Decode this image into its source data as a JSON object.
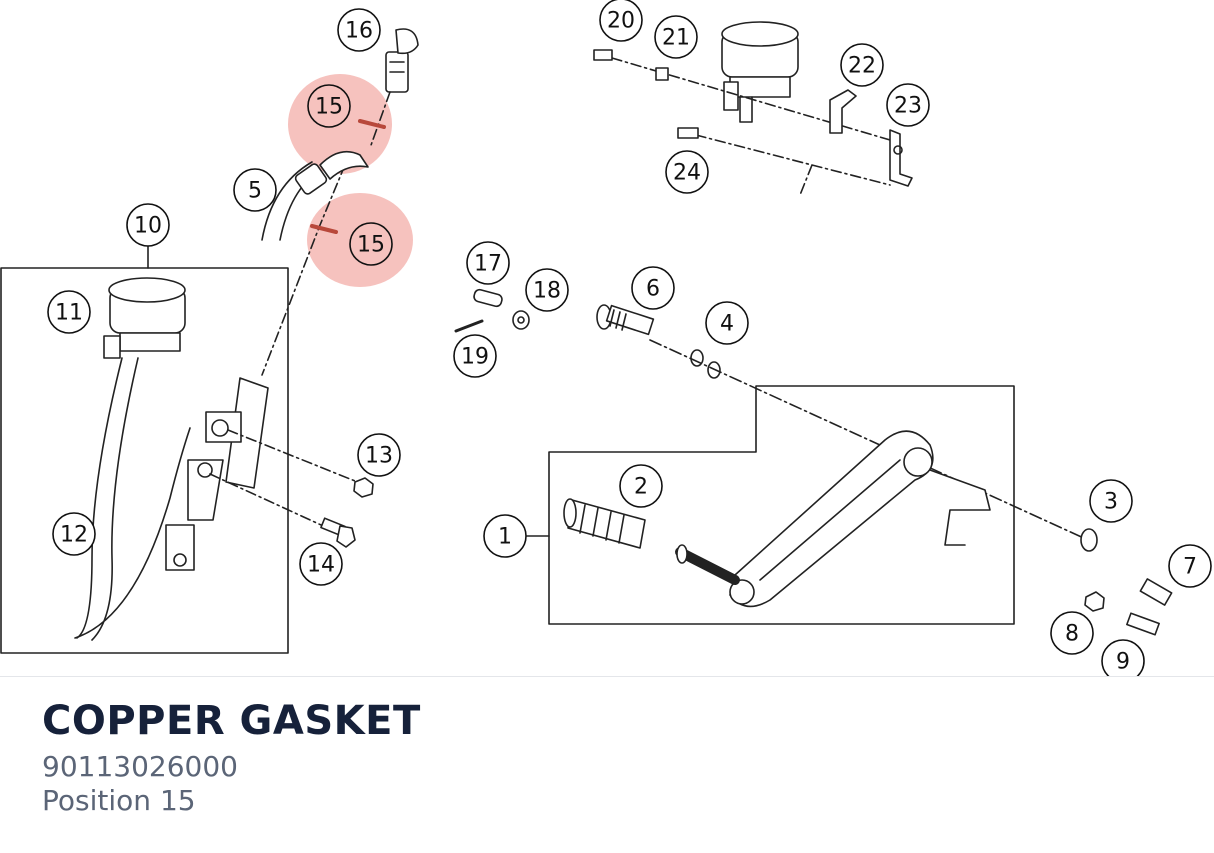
{
  "diagram": {
    "callouts": [
      {
        "label": "1"
      },
      {
        "label": "2"
      },
      {
        "label": "3"
      },
      {
        "label": "4"
      },
      {
        "label": "5"
      },
      {
        "label": "6"
      },
      {
        "label": "7"
      },
      {
        "label": "8"
      },
      {
        "label": "9"
      },
      {
        "label": "10"
      },
      {
        "label": "11"
      },
      {
        "label": "12"
      },
      {
        "label": "13"
      },
      {
        "label": "14"
      },
      {
        "label": "16"
      },
      {
        "label": "17"
      },
      {
        "label": "18"
      },
      {
        "label": "19"
      },
      {
        "label": "20"
      },
      {
        "label": "21"
      },
      {
        "label": "22"
      },
      {
        "label": "23"
      },
      {
        "label": "24"
      }
    ],
    "highlighted": [
      {
        "label": "15"
      },
      {
        "label": "15"
      }
    ],
    "highlight_color": "#f4b7b3",
    "line_color": "#222222"
  },
  "part": {
    "name": "COPPER GASKET",
    "number": "90113026000",
    "position_label": "Position",
    "position_value": "15"
  }
}
